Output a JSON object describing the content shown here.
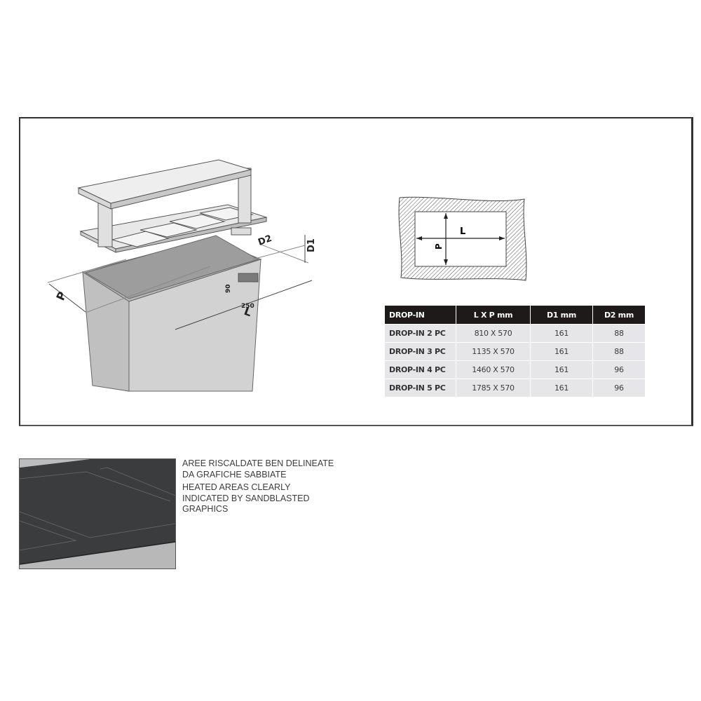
{
  "drawing": {
    "labels": {
      "P": "P",
      "L": "L",
      "D1": "D1",
      "D2": "D2",
      "opening_height": "90",
      "opening_width": "250"
    }
  },
  "cutout_diagram": {
    "label_L": "L",
    "label_P": "P"
  },
  "spec_table": {
    "headers": [
      "DROP-IN",
      "L X P mm",
      "D1 mm",
      "D2 mm"
    ],
    "rows": [
      [
        "DROP-IN 2 PC",
        "810 X 570",
        "161",
        "88"
      ],
      [
        "DROP-IN 3 PC",
        "1135 X 570",
        "161",
        "88"
      ],
      [
        "DROP-IN 4 PC",
        "1460 X 570",
        "161",
        "96"
      ],
      [
        "DROP-IN 5 PC",
        "1785 X 570",
        "161",
        "96"
      ]
    ],
    "colors": {
      "header_bg": "#1e1a1a",
      "row_bg": "#e6e6e8"
    }
  },
  "feature": {
    "italian_line1": "AREE RISCALDATE BEN DELINEATE",
    "italian_line2": "DA GRAFICHE SABBIATE",
    "english_line1": "HEATED AREAS CLEARLY",
    "english_line2": "INDICATED BY SANDBLASTED",
    "english_line3": "GRAPHICS"
  }
}
